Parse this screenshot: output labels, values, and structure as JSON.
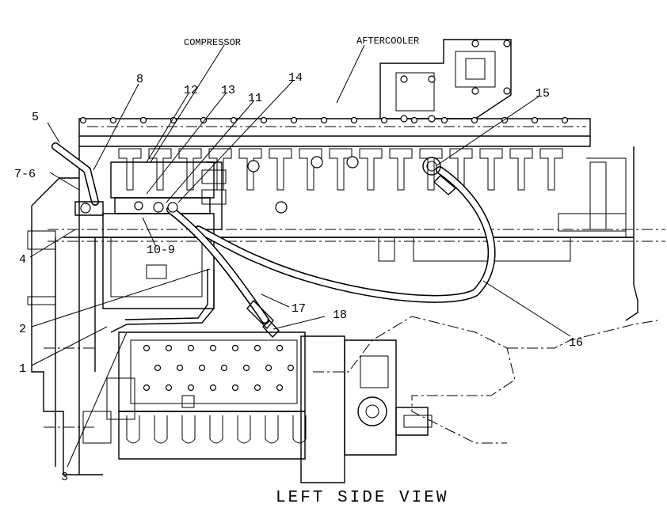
{
  "diagram": {
    "view_title": "LEFT SIDE VIEW",
    "component_labels": {
      "compressor": "COMPRESSOR",
      "aftercooler": "AFTERCOOLER"
    },
    "callouts": [
      "1",
      "2",
      "3",
      "4",
      "5",
      "7-6",
      "8",
      "10-9",
      "11",
      "12",
      "13",
      "14",
      "15",
      "16",
      "17",
      "18"
    ]
  }
}
